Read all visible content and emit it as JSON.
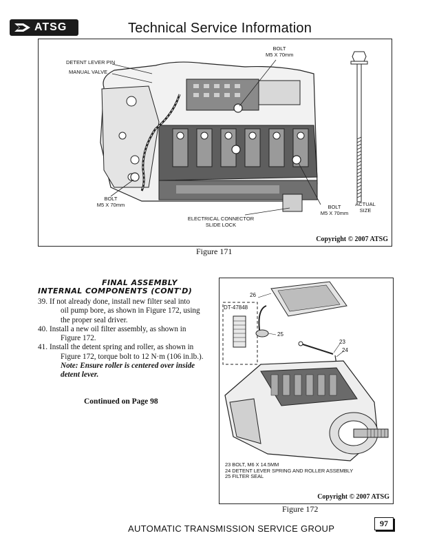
{
  "header": {
    "logo_text": "ATSG",
    "title": "Technical Service Information"
  },
  "figure171": {
    "labels": {
      "detent_lever_pin": "DETENT LEVER PIN",
      "manual_valve": "MANUAL VALVE",
      "bolt_top_1": "BOLT",
      "bolt_top_2": "M5 X 70mm",
      "bolt_left_1": "BOLT",
      "bolt_left_2": "M5 X 70mm",
      "bolt_right_1": "BOLT",
      "bolt_right_2": "M5 X 70mm",
      "actual_1": "ACTUAL",
      "actual_2": "SIZE",
      "connector_1": "ELECTRICAL CONNECTOR",
      "connector_2": "SLIDE LOCK"
    },
    "copyright": "Copyright © 2007 ATSG",
    "caption": "Figure 171"
  },
  "section": {
    "title": "FINAL ASSEMBLY",
    "subtitle": "INTERNAL COMPONENTS (CONT'D)",
    "steps": [
      {
        "num": "39.",
        "line1": "If not already done, install new filter seal into",
        "cont": [
          "oil pump bore, as shown in Figure 172, using",
          "the proper seal driver."
        ]
      },
      {
        "num": "40.",
        "line1": "Install a new oil filter assembly, as shown in",
        "cont": [
          "Figure 172."
        ]
      },
      {
        "num": "41.",
        "line1": "Install the detent spring and roller, as shown in",
        "cont": [
          "Figure 172, torque bolt to 12 N·m (106 in.lb.)."
        ]
      }
    ],
    "note_1": "Note: Ensure roller is centered over inside",
    "note_2": "detent lever.",
    "continued": "Continued on Page 98"
  },
  "figure172": {
    "tool": "DT-47848",
    "callouts": {
      "c26": "26",
      "c25": "25",
      "c23": "23",
      "c24": "24"
    },
    "legend": [
      "23  BOLT, M6 X 14.5MM",
      "24  DETENT LEVER SPRING AND ROLLER ASSEMBLY",
      "25  FILTER SEAL"
    ],
    "copyright": "Copyright © 2007 ATSG",
    "caption": "Figure 172"
  },
  "footer": {
    "text": "AUTOMATIC TRANSMISSION SERVICE GROUP",
    "page": "97"
  }
}
